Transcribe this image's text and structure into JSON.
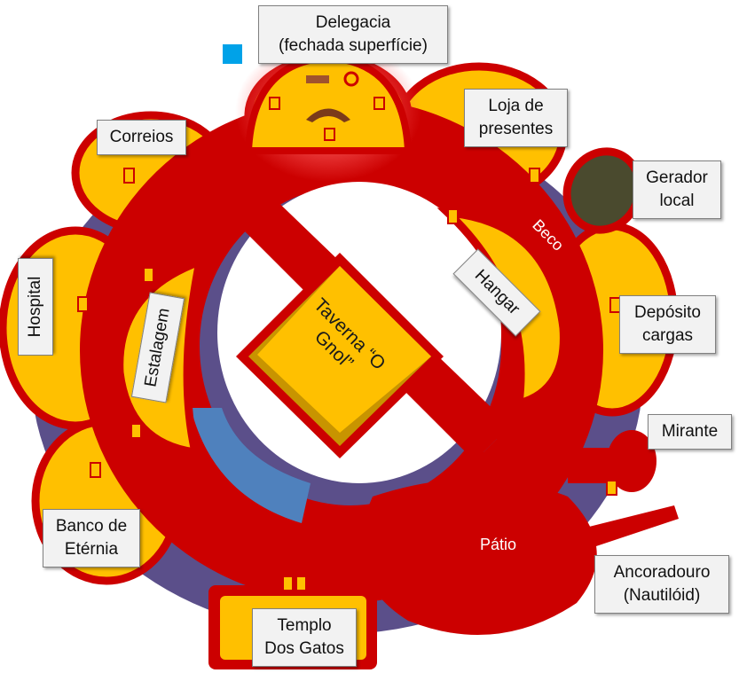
{
  "places": {
    "delegacia": {
      "line1": "Delegacia",
      "line2": "(fechada superfície)"
    },
    "correios": {
      "label": "Correios"
    },
    "loja": {
      "line1": "Loja de",
      "line2": "presentes"
    },
    "gerador": {
      "line1": "Gerador",
      "line2": "local"
    },
    "hospital": {
      "label": "Hospital"
    },
    "estalagem": {
      "label": "Estalagem"
    },
    "hangar": {
      "label": "Hangar"
    },
    "deposito": {
      "line1": "Depósito",
      "line2": "cargas"
    },
    "mirante": {
      "label": "Mirante"
    },
    "banco": {
      "line1": "Banco de",
      "line2": "Etérnia"
    },
    "ancoradouro": {
      "line1": "Ancoradouro",
      "line2": "(Nautilóid)"
    },
    "templo": {
      "line1": "Templo",
      "line2": "Dos Gatos"
    },
    "taverna": {
      "line1": "Taverna",
      "line2": "“O Gnol”"
    }
  },
  "streets": {
    "beco": "Beco",
    "patio": "Pátio"
  },
  "colors": {
    "street_red": "#cc0000",
    "building_gold": "#ffc000",
    "shadow_purple": "#5b4f8a",
    "water_blue": "#4f81bd",
    "generator_dark": "#4a4a2e",
    "marker_blue": "#00a2e8"
  }
}
